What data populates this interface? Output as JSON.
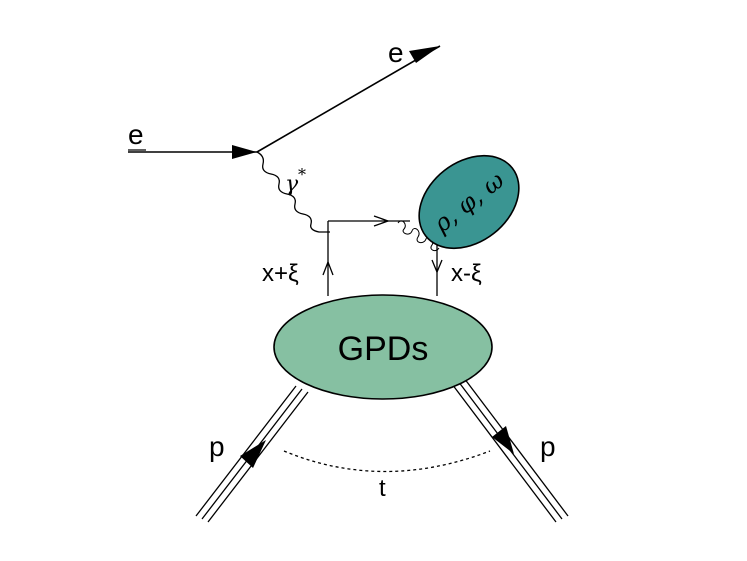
{
  "diagram": {
    "labels": {
      "electron_in": "e",
      "electron_out": "e",
      "photon": "γ",
      "photon_sup": "*",
      "meson": "ρ, φ, ω",
      "quark_left": "x+ξ",
      "quark_right": "x-ξ",
      "gpds": "GPDs",
      "proton_in": "p",
      "proton_out": "p",
      "momentum_transfer": "t"
    },
    "colors": {
      "gpd_blob": "#86c0a2",
      "meson_blob": "#3a9592",
      "line": "#000000"
    }
  }
}
